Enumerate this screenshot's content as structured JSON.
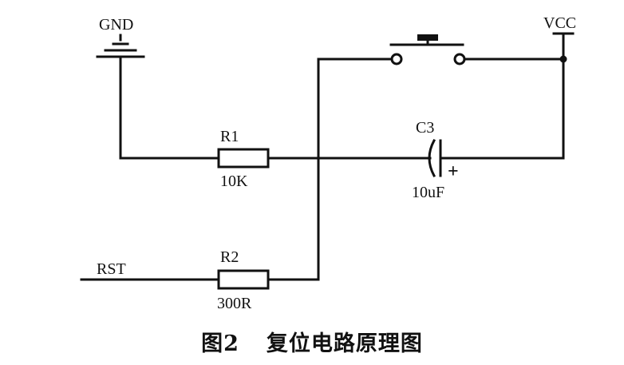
{
  "labels": {
    "gnd": "GND",
    "vcc": "VCC",
    "r1_ref": "R1",
    "r1_value": "10K",
    "r2_ref": "R2",
    "r2_value": "300R",
    "c3_ref": "C3",
    "c3_value": "10uF",
    "c3_polarity": "+",
    "rst": "RST"
  },
  "caption": {
    "figure": "图2",
    "title": "复位电路原理图"
  }
}
